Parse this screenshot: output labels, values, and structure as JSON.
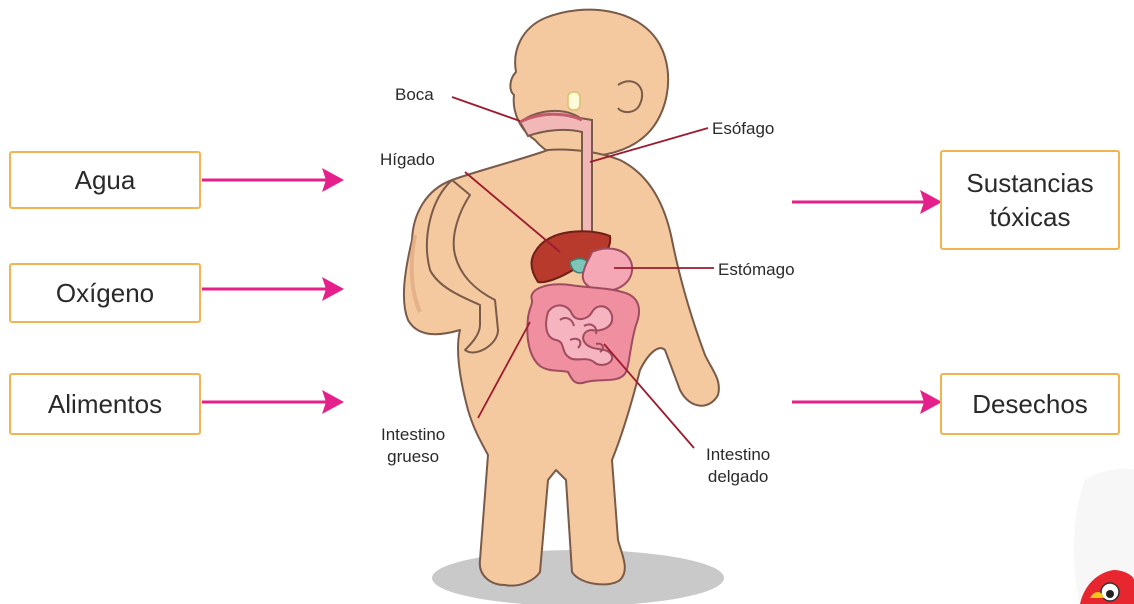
{
  "inputs": [
    {
      "label": "Agua"
    },
    {
      "label": "Oxígeno"
    },
    {
      "label": "Alimentos"
    }
  ],
  "outputs": [
    {
      "label_line1": "Sustancias",
      "label_line2": "tóxicas"
    },
    {
      "label_line1": "Desechos",
      "label_line2": ""
    }
  ],
  "organs": {
    "boca": "Boca",
    "esofago": "Esófago",
    "higado": "Hígado",
    "estomago": "Estómago",
    "intestino_grueso_line1": "Intestino",
    "intestino_grueso_line2": "grueso",
    "intestino_delgado_line1": "Intestino",
    "intestino_delgado_line2": "delgado"
  },
  "colors": {
    "box_border": "#f2b450",
    "arrow": "#e5208a",
    "leader_line": "#9c1b2e",
    "skin": "#f4c9a0",
    "skin_outline": "#7a5a48",
    "shadow": "#c9c9c9"
  }
}
